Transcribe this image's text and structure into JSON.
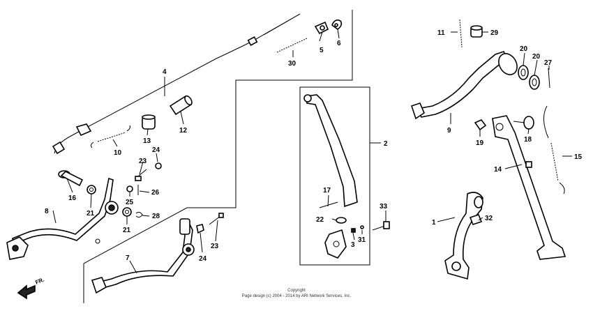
{
  "callouts": {
    "c1": "1",
    "c2": "2",
    "c3": "3",
    "c4": "4",
    "c5": "5",
    "c6": "6",
    "c7": "7",
    "c8": "8",
    "c9": "9",
    "c10": "10",
    "c11": "11",
    "c12": "12",
    "c13": "13",
    "c14": "14",
    "c15": "15",
    "c16": "16",
    "c17": "17",
    "c18": "18",
    "c19": "19",
    "c20a": "20",
    "c20b": "20",
    "c21a": "21",
    "c21b": "21",
    "c22": "22",
    "c23a": "23",
    "c23b": "23",
    "c24a": "24",
    "c24b": "24",
    "c25": "25",
    "c26": "26",
    "c27": "27",
    "c28": "28",
    "c29": "29",
    "c30": "30",
    "c31": "31",
    "c32": "32",
    "c33": "33"
  },
  "direction_marker": "FR.",
  "copyright_line1": "Copyright",
  "copyright_line2": "Page design (c) 2004 - 2014 by ARI Network Services, Inc."
}
